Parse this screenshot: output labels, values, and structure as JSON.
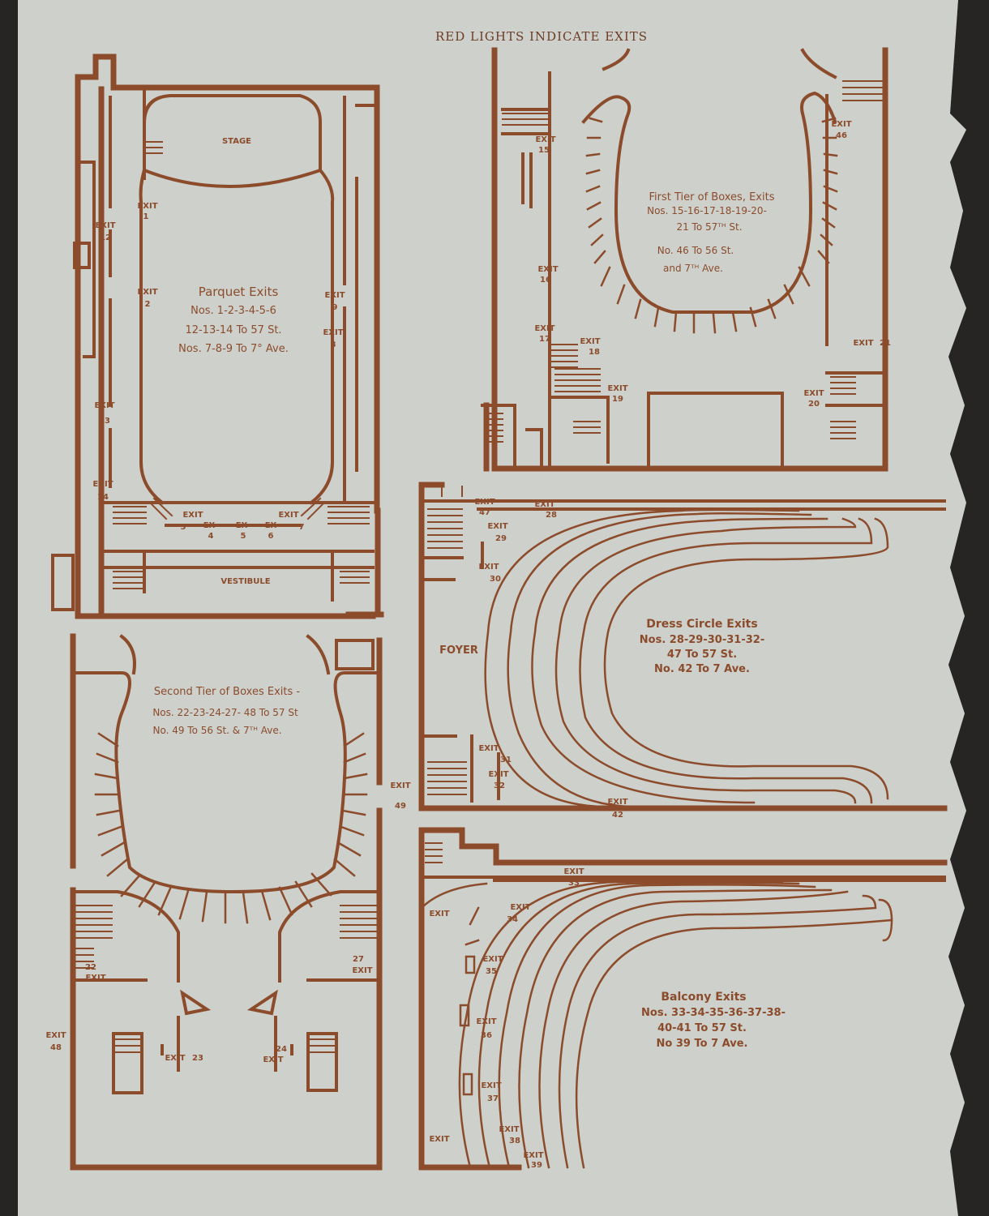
{
  "header": {
    "title": "RED LIGHTS INDICATE EXITS"
  },
  "colors": {
    "ink": "#8c4c2c",
    "paper": "#cdd0cb",
    "background": "#262524"
  },
  "parquet": {
    "stage_label": "STAGE",
    "vestibule_label": "VESTIBULE",
    "title": "Parquet Exits",
    "lines": [
      "Nos. 1-2-3-4-5-6",
      "12-13-14 To 57 St.",
      "Nos. 7-8-9 To 7° Ave."
    ]
  },
  "first_tier": {
    "title": "First Tier of Boxes, Exits",
    "lines": [
      "Nos. 15-16-17-18-19-20-",
      "21 To 57ᵀᴴ St.",
      "No. 46 To 56 St.",
      "and 7ᵀᴴ Ave."
    ]
  },
  "dress_circle": {
    "foyer_label": "FOYER",
    "title": "Dress Circle Exits",
    "lines": [
      "Nos. 28-29-30-31-32-",
      "47 To 57 St.",
      "No. 42 To 7 Ave."
    ]
  },
  "second_tier": {
    "title": "Second Tier of Boxes Exits -",
    "lines": [
      "Nos. 22-23-24-27- 48 To 57 St",
      "No. 49 To 56 St. & 7ᵀᴴ Ave."
    ]
  },
  "balcony": {
    "title": "Balcony Exits",
    "lines": [
      "Nos. 33-34-35-36-37-38-",
      "40-41 To 57 St.",
      "No 39 To 7 Ave."
    ]
  },
  "exits": {
    "e1": {
      "word": "EXIT",
      "num": "1"
    },
    "e2": {
      "word": "EXIT",
      "num": "2"
    },
    "e3": {
      "word": "EXIT",
      "num": "3"
    },
    "e4": {
      "word": "EX",
      "num": "4"
    },
    "e5": {
      "word": "EX",
      "num": "5"
    },
    "e6": {
      "word": "EX",
      "num": "6"
    },
    "e7": {
      "word": "EXIT",
      "num": "7"
    },
    "e8": {
      "word": "EXIT",
      "num": "8"
    },
    "e9": {
      "word": "EXIT",
      "num": "9"
    },
    "e12": {
      "word": "EXIT",
      "num": "12"
    },
    "e13": {
      "word": "EXIT",
      "num": "13"
    },
    "e14": {
      "word": "EXIT",
      "num": "14"
    },
    "e15": {
      "word": "EXIT",
      "num": "15"
    },
    "e16": {
      "word": "EXIT",
      "num": "16"
    },
    "e17": {
      "word": "EXIT",
      "num": "17"
    },
    "e18": {
      "word": "EXIT",
      "num": "18"
    },
    "e19": {
      "word": "EXIT",
      "num": "19"
    },
    "e20": {
      "word": "EXIT",
      "num": "20"
    },
    "e21": {
      "word": "EXIT",
      "num": "21"
    },
    "e22": {
      "word": "EXIT",
      "num": "22"
    },
    "e23": {
      "word": "EXIT",
      "num": "23"
    },
    "e24": {
      "word": "EXIT",
      "num": "24"
    },
    "e27": {
      "word": "EXIT",
      "num": "27"
    },
    "e28": {
      "word": "EXIT",
      "num": "28"
    },
    "e29": {
      "word": "EXIT",
      "num": "29"
    },
    "e30": {
      "word": "EXIT",
      "num": "30"
    },
    "e31": {
      "word": "EXIT",
      "num": "31"
    },
    "e32": {
      "word": "EXIT",
      "num": "32"
    },
    "e33": {
      "word": "EXIT",
      "num": "33"
    },
    "e34": {
      "word": "EXIT",
      "num": "34"
    },
    "e35": {
      "word": "EXIT",
      "num": "35"
    },
    "e36": {
      "word": "EXIT",
      "num": "36"
    },
    "e37": {
      "word": "EXIT",
      "num": "37"
    },
    "e38": {
      "word": "EXIT",
      "num": "38"
    },
    "e39": {
      "word": "EXIT",
      "num": "39"
    },
    "e42": {
      "word": "EXIT",
      "num": "42"
    },
    "e46": {
      "word": "EXIT",
      "num": "46"
    },
    "e47": {
      "word": "EXIT",
      "num": "47"
    },
    "e48": {
      "word": "EXIT",
      "num": "48"
    },
    "e49": {
      "word": "EXIT",
      "num": "49"
    },
    "eBalA": {
      "word": "EXIT"
    },
    "eBalB": {
      "word": "EXIT"
    }
  }
}
